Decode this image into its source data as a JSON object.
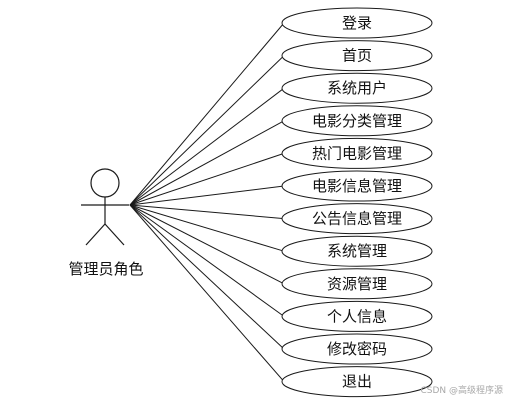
{
  "actor": {
    "label": "管理员角色"
  },
  "use_cases": [
    "登录",
    "首页",
    "系统用户",
    "电影分类管理",
    "热门电影管理",
    "电影信息管理",
    "公告信息管理",
    "系统管理",
    "资源管理",
    "个人信息",
    "修改密码",
    "退出"
  ],
  "watermark": "CSDN @高级程序源"
}
